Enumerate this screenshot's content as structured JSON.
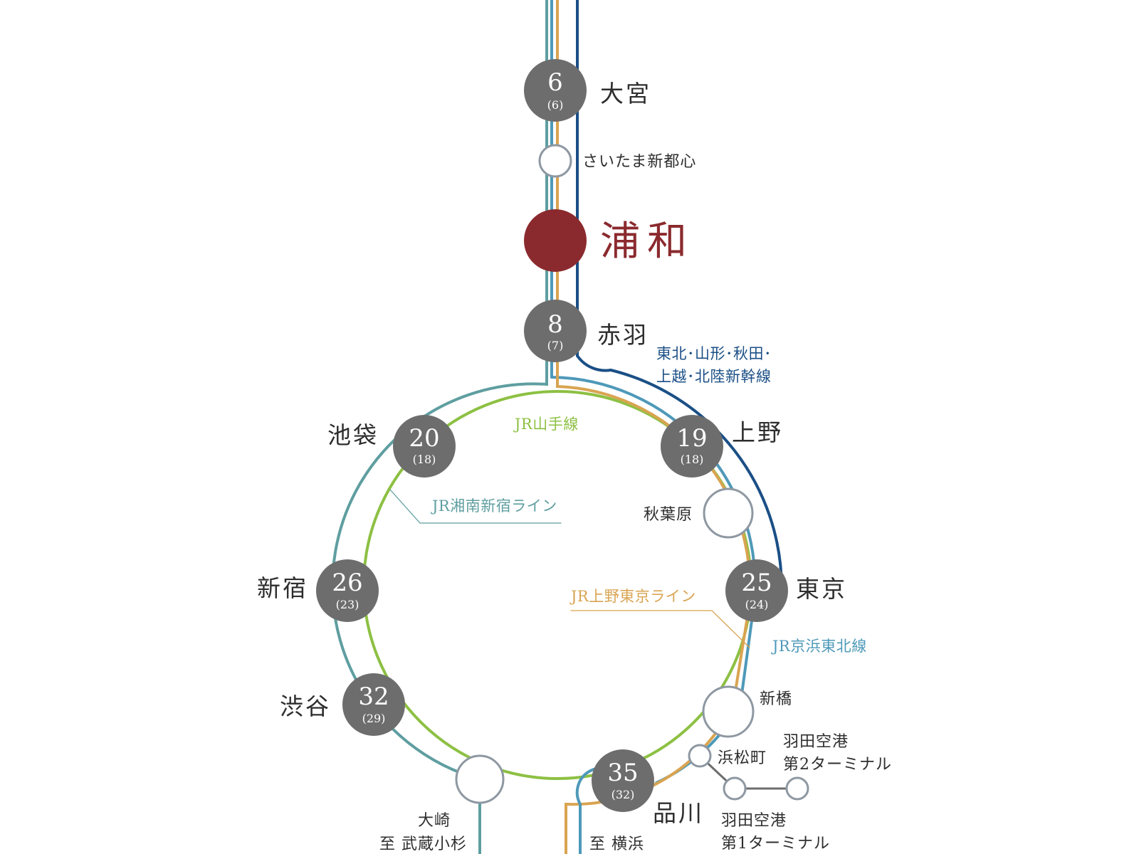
{
  "colors": {
    "yamanote": "#8dc043",
    "shonan": "#5f9ea0",
    "keihin": "#4e99b9",
    "ueno_tokyo": "#d9a451",
    "shinkansen": "#1b4f86",
    "station_fill": "#6d6d6d",
    "highlight": "#8b2a2e",
    "open_stroke": "#8e98a2"
  },
  "lines": {
    "yamanote": "JR山手線",
    "shonan_shinjuku": "JR湘南新宿ライン",
    "ueno_tokyo": "JR上野東京ライン",
    "keihin_tohoku": "JR京浜東北線",
    "shinkansen_1": "東北･山形･秋田･",
    "shinkansen_2": "上越･北陸新幹線"
  },
  "stations": {
    "omiya": {
      "name": "大宮",
      "minutes": "6",
      "minutes_alt": "(6)"
    },
    "saitama_shintoshin": {
      "name": "さいたま新都心"
    },
    "urawa": {
      "name": "浦和"
    },
    "akabane": {
      "name": "赤羽",
      "minutes": "8",
      "minutes_alt": "(7)"
    },
    "ikebukuro": {
      "name": "池袋",
      "minutes": "20",
      "minutes_alt": "(18)"
    },
    "ueno": {
      "name": "上野",
      "minutes": "19",
      "minutes_alt": "(18)"
    },
    "akihabara": {
      "name": "秋葉原"
    },
    "shinjuku": {
      "name": "新宿",
      "minutes": "26",
      "minutes_alt": "(23)"
    },
    "tokyo": {
      "name": "東京",
      "minutes": "25",
      "minutes_alt": "(24)"
    },
    "shibuya": {
      "name": "渋谷",
      "minutes": "32",
      "minutes_alt": "(29)"
    },
    "shimbashi": {
      "name": "新橋"
    },
    "hamamatsucho": {
      "name": "浜松町"
    },
    "haneda_t2_1": "羽田空港",
    "haneda_t2_2": "第2ターミナル",
    "haneda_t1_1": "羽田空港",
    "haneda_t1_2": "第1ターミナル",
    "shinagawa": {
      "name": "品川",
      "minutes": "35",
      "minutes_alt": "(32)"
    },
    "osaki": {
      "name": "大崎"
    }
  },
  "destinations": {
    "musashikosugi": "至 武蔵小杉",
    "yokohama": "至 横浜"
  }
}
